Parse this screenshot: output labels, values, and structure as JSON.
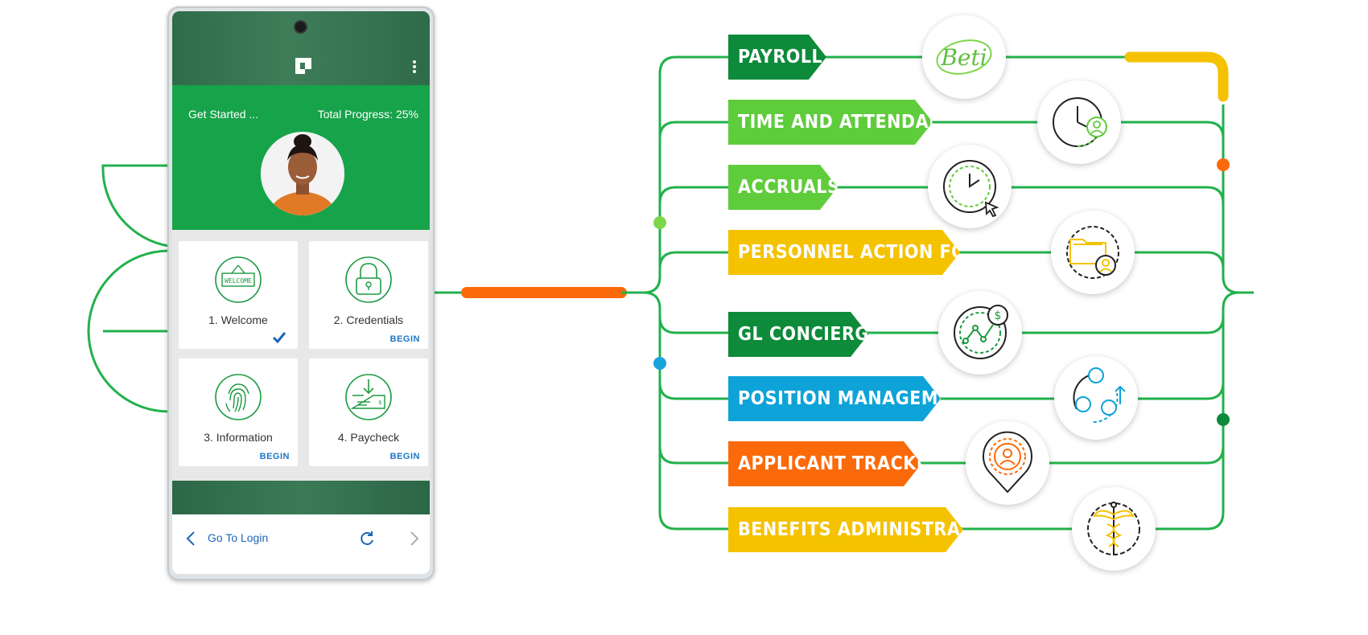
{
  "phone": {
    "hero": {
      "left_text": "Get Started ...",
      "right_text": "Total Progress: 25%"
    },
    "cards": [
      {
        "label": "1. Welcome",
        "status": "",
        "completed": true,
        "icon": "welcome-sign-icon",
        "sign_text": "WELCOME"
      },
      {
        "label": "2. Credentials",
        "status": "BEGIN",
        "completed": false,
        "icon": "padlock-icon"
      },
      {
        "label": "3. Information",
        "status": "BEGIN",
        "completed": false,
        "icon": "fingerprint-icon"
      },
      {
        "label": "4. Paycheck",
        "status": "BEGIN",
        "completed": false,
        "icon": "paycheck-icon"
      }
    ],
    "nav": {
      "back_label": "Go To Login"
    }
  },
  "services": [
    {
      "label": "PAYROLL",
      "color": "#0d8a3a",
      "icon": "beti-logo",
      "logo_text": "Beti"
    },
    {
      "label": "TIME AND ATTENDANCE",
      "color": "#5fcc3c",
      "icon": "clock-person-icon"
    },
    {
      "label": "ACCRUALS",
      "color": "#5fcc3c",
      "icon": "clock-cursor-icon"
    },
    {
      "label": "PERSONNEL ACTION FORMS",
      "color": "#f5c200",
      "icon": "folder-person-icon"
    },
    {
      "label": "GL CONCIERGE",
      "color": "#0d8a3a",
      "icon": "chart-dollar-icon"
    },
    {
      "label": "POSITION MANAGEMENT",
      "color": "#0ea3d8",
      "icon": "people-cycle-icon"
    },
    {
      "label": "APPLICANT TRACKING",
      "color": "#fb6a0a",
      "icon": "location-person-icon"
    },
    {
      "label": "BENEFITS ADMINISTRATION",
      "color": "#f5c200",
      "icon": "caduceus-icon"
    }
  ],
  "colors": {
    "line_green": "#22b14c",
    "connector_orange": "#fb6a0a",
    "accent_yellow": "#f5c200",
    "dot_orange": "#fb6a0a",
    "dot_dark_green": "#0d8a3a",
    "dot_light_green": "#7dd64a",
    "dot_blue": "#19a3dc"
  }
}
